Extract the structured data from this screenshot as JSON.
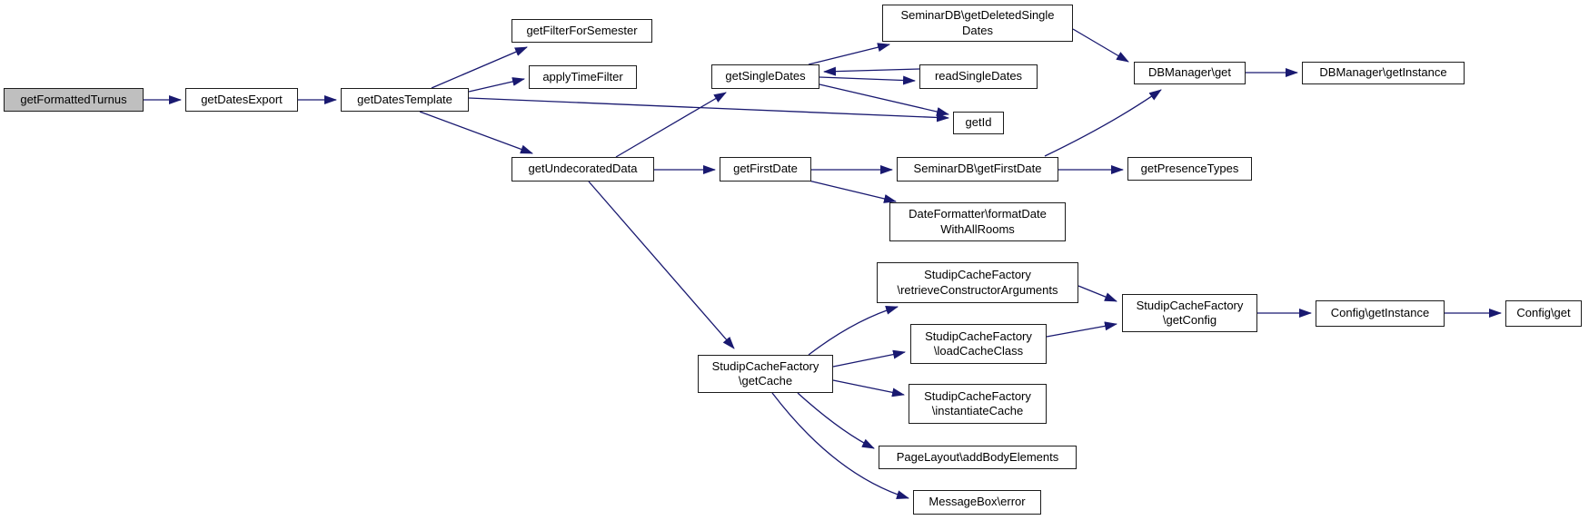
{
  "diagram": {
    "type": "call-graph",
    "edge_color": "#191970",
    "node_fill": "#ffffff",
    "node_border_color": "#1c1c1c",
    "highlight_fill": "#bfbfbf",
    "nodes": [
      {
        "id": "getFormattedTurnus",
        "label": "getFormattedTurnus",
        "highlighted": true
      },
      {
        "id": "getDatesExport",
        "label": "getDatesExport",
        "highlighted": false
      },
      {
        "id": "getDatesTemplate",
        "label": "getDatesTemplate",
        "highlighted": false
      },
      {
        "id": "getFilterForSemester",
        "label": "getFilterForSemester",
        "highlighted": false
      },
      {
        "id": "applyTimeFilter",
        "label": "applyTimeFilter",
        "highlighted": false
      },
      {
        "id": "getUndecoratedData",
        "label": "getUndecoratedData",
        "highlighted": false
      },
      {
        "id": "getSingleDates",
        "label": "getSingleDates",
        "highlighted": false
      },
      {
        "id": "SeminarDB-getDeletedSingleDates",
        "label": "SeminarDB\\getDeletedSingle\nDates",
        "highlighted": false
      },
      {
        "id": "readSingleDates",
        "label": "readSingleDates",
        "highlighted": false
      },
      {
        "id": "getId",
        "label": "getId",
        "highlighted": false
      },
      {
        "id": "DBManager-get",
        "label": "DBManager\\get",
        "highlighted": false
      },
      {
        "id": "DBManager-getInstance",
        "label": "DBManager\\getInstance",
        "highlighted": false
      },
      {
        "id": "getFirstDate",
        "label": "getFirstDate",
        "highlighted": false
      },
      {
        "id": "SeminarDB-getFirstDate",
        "label": "SeminarDB\\getFirstDate",
        "highlighted": false
      },
      {
        "id": "getPresenceTypes",
        "label": "getPresenceTypes",
        "highlighted": false
      },
      {
        "id": "DateFormatter-formatDateWithAllRooms",
        "label": "DateFormatter\\formatDate\nWithAllRooms",
        "highlighted": false
      },
      {
        "id": "StudipCacheFactory-retrieveConstructorArguments",
        "label": "StudipCacheFactory\n\\retrieveConstructorArguments",
        "highlighted": false
      },
      {
        "id": "StudipCacheFactory-loadCacheClass",
        "label": "StudipCacheFactory\n\\loadCacheClass",
        "highlighted": false
      },
      {
        "id": "StudipCacheFactory-getCache",
        "label": "StudipCacheFactory\n\\getCache",
        "highlighted": false
      },
      {
        "id": "StudipCacheFactory-instantiateCache",
        "label": "StudipCacheFactory\n\\instantiateCache",
        "highlighted": false
      },
      {
        "id": "PageLayout-addBodyElements",
        "label": "PageLayout\\addBodyElements",
        "highlighted": false
      },
      {
        "id": "MessageBox-error",
        "label": "MessageBox\\error",
        "highlighted": false
      },
      {
        "id": "StudipCacheFactory-getConfig",
        "label": "StudipCacheFactory\n\\getConfig",
        "highlighted": false
      },
      {
        "id": "Config-getInstance",
        "label": "Config\\getInstance",
        "highlighted": false
      },
      {
        "id": "Config-get",
        "label": "Config\\get",
        "highlighted": false
      }
    ],
    "edges": [
      {
        "from": "getFormattedTurnus",
        "to": "getDatesExport"
      },
      {
        "from": "getDatesExport",
        "to": "getDatesTemplate"
      },
      {
        "from": "getDatesTemplate",
        "to": "getFilterForSemester"
      },
      {
        "from": "getDatesTemplate",
        "to": "applyTimeFilter"
      },
      {
        "from": "getDatesTemplate",
        "to": "getId"
      },
      {
        "from": "getDatesTemplate",
        "to": "getUndecoratedData"
      },
      {
        "from": "getUndecoratedData",
        "to": "getSingleDates"
      },
      {
        "from": "getUndecoratedData",
        "to": "getFirstDate"
      },
      {
        "from": "getUndecoratedData",
        "to": "StudipCacheFactory-getCache"
      },
      {
        "from": "getSingleDates",
        "to": "SeminarDB-getDeletedSingleDates"
      },
      {
        "from": "readSingleDates",
        "to": "getSingleDates"
      },
      {
        "from": "getSingleDates",
        "to": "readSingleDates"
      },
      {
        "from": "getSingleDates",
        "to": "getId"
      },
      {
        "from": "SeminarDB-getDeletedSingleDates",
        "to": "DBManager-get"
      },
      {
        "from": "DBManager-get",
        "to": "DBManager-getInstance"
      },
      {
        "from": "getFirstDate",
        "to": "SeminarDB-getFirstDate"
      },
      {
        "from": "getFirstDate",
        "to": "DateFormatter-formatDateWithAllRooms"
      },
      {
        "from": "SeminarDB-getFirstDate",
        "to": "getPresenceTypes"
      },
      {
        "from": "SeminarDB-getFirstDate",
        "to": "DBManager-get"
      },
      {
        "from": "StudipCacheFactory-getCache",
        "to": "StudipCacheFactory-retrieveConstructorArguments"
      },
      {
        "from": "StudipCacheFactory-getCache",
        "to": "StudipCacheFactory-loadCacheClass"
      },
      {
        "from": "StudipCacheFactory-getCache",
        "to": "StudipCacheFactory-instantiateCache"
      },
      {
        "from": "StudipCacheFactory-getCache",
        "to": "PageLayout-addBodyElements"
      },
      {
        "from": "StudipCacheFactory-getCache",
        "to": "MessageBox-error"
      },
      {
        "from": "StudipCacheFactory-retrieveConstructorArguments",
        "to": "StudipCacheFactory-getConfig"
      },
      {
        "from": "StudipCacheFactory-loadCacheClass",
        "to": "StudipCacheFactory-getConfig"
      },
      {
        "from": "StudipCacheFactory-getConfig",
        "to": "Config-getInstance"
      },
      {
        "from": "Config-getInstance",
        "to": "Config-get"
      }
    ]
  }
}
